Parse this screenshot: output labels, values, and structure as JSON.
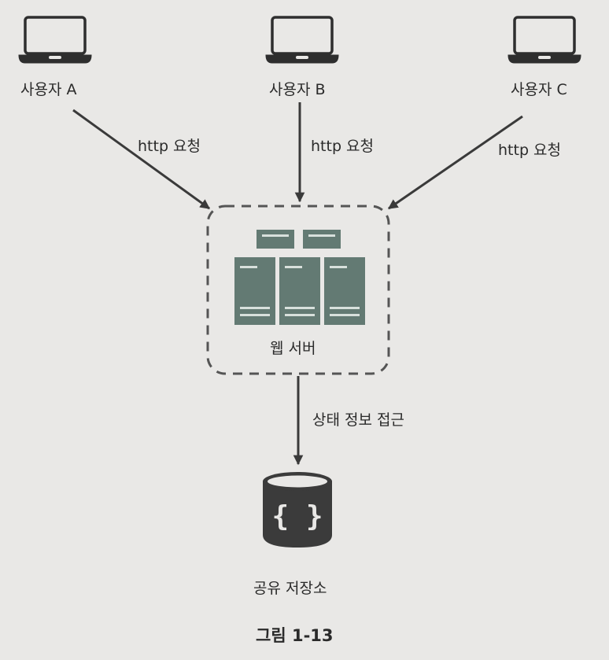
{
  "users": [
    {
      "label": "사용자 A",
      "request": "http 요청"
    },
    {
      "label": "사용자 B",
      "request": "http 요청"
    },
    {
      "label": "사용자 C",
      "request": "http 요청"
    }
  ],
  "web_server": {
    "label": "웹 서버"
  },
  "state_access": {
    "label": "상태 정보 접근"
  },
  "storage": {
    "label": "공유 저장소",
    "icon": "curly-braces-database-icon"
  },
  "caption": "그림 1-13",
  "colors": {
    "server": "#637a73",
    "storage": "#3b3b3b",
    "line": "#3a3a3a"
  }
}
